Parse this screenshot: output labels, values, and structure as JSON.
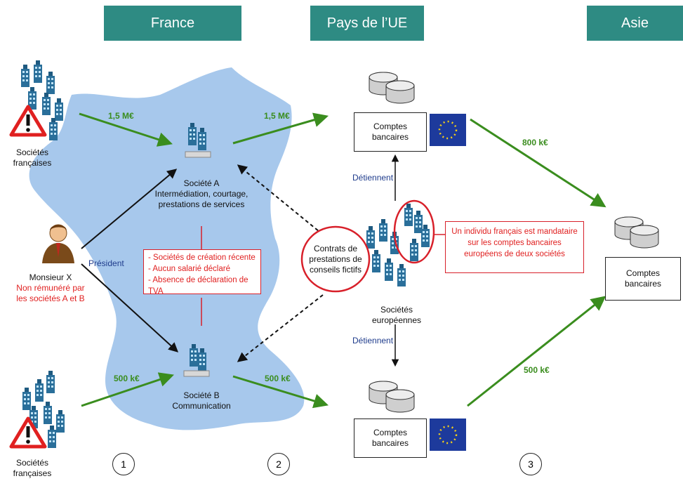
{
  "headers": {
    "france": "France",
    "ue": "Pays de l’UE",
    "asie": "Asie"
  },
  "flows": {
    "in_a": "1,5 M€",
    "a_out": "1,5 M€",
    "in_b": "500 k€",
    "b_out": "500 k€",
    "eu_asie_top": "800 k€",
    "eu_asie_bottom": "500 k€"
  },
  "societes_fr_top": [
    "Sociétés",
    "françaises"
  ],
  "societes_fr_bottom": [
    "Sociétés",
    "françaises"
  ],
  "societe_a": [
    "Société A",
    "Intermédiation, courtage,",
    "prestations de services"
  ],
  "societe_b": [
    "Société B",
    "Communication"
  ],
  "monsieur_x": {
    "name": "Monsieur X",
    "note": [
      "Non rémunéré par",
      "les sociétés A et B"
    ]
  },
  "president": "Président",
  "red_note": [
    "- Sociétés de création récente",
    "- Aucun salarié  déclaré",
    "- Absence de déclaration de TVA"
  ],
  "contrats": [
    "Contrats de",
    "prestations de",
    "conseils fictifs"
  ],
  "comptes_eu_top": [
    "Comptes",
    "bancaires"
  ],
  "comptes_eu_bottom": [
    "Comptes",
    "bancaires"
  ],
  "comptes_asie": [
    "Comptes",
    "bancaires"
  ],
  "detiennent_top": "Détiennent",
  "detiennent_bottom": "Détiennent",
  "societes_eu": [
    "Sociétés",
    "européennes"
  ],
  "mandataire": [
    "Un individu français est mandataire",
    "sur les comptes bancaires",
    "européens de deux sociétés"
  ],
  "steps": [
    "1",
    "2",
    "3"
  ],
  "colors": {
    "header": "#2e8b83",
    "map": "#a7c8ec",
    "green": "#3a8d1e",
    "red": "#d8202a",
    "blue": "#1f3c8c",
    "eu_flag": "#1d3a9c"
  }
}
